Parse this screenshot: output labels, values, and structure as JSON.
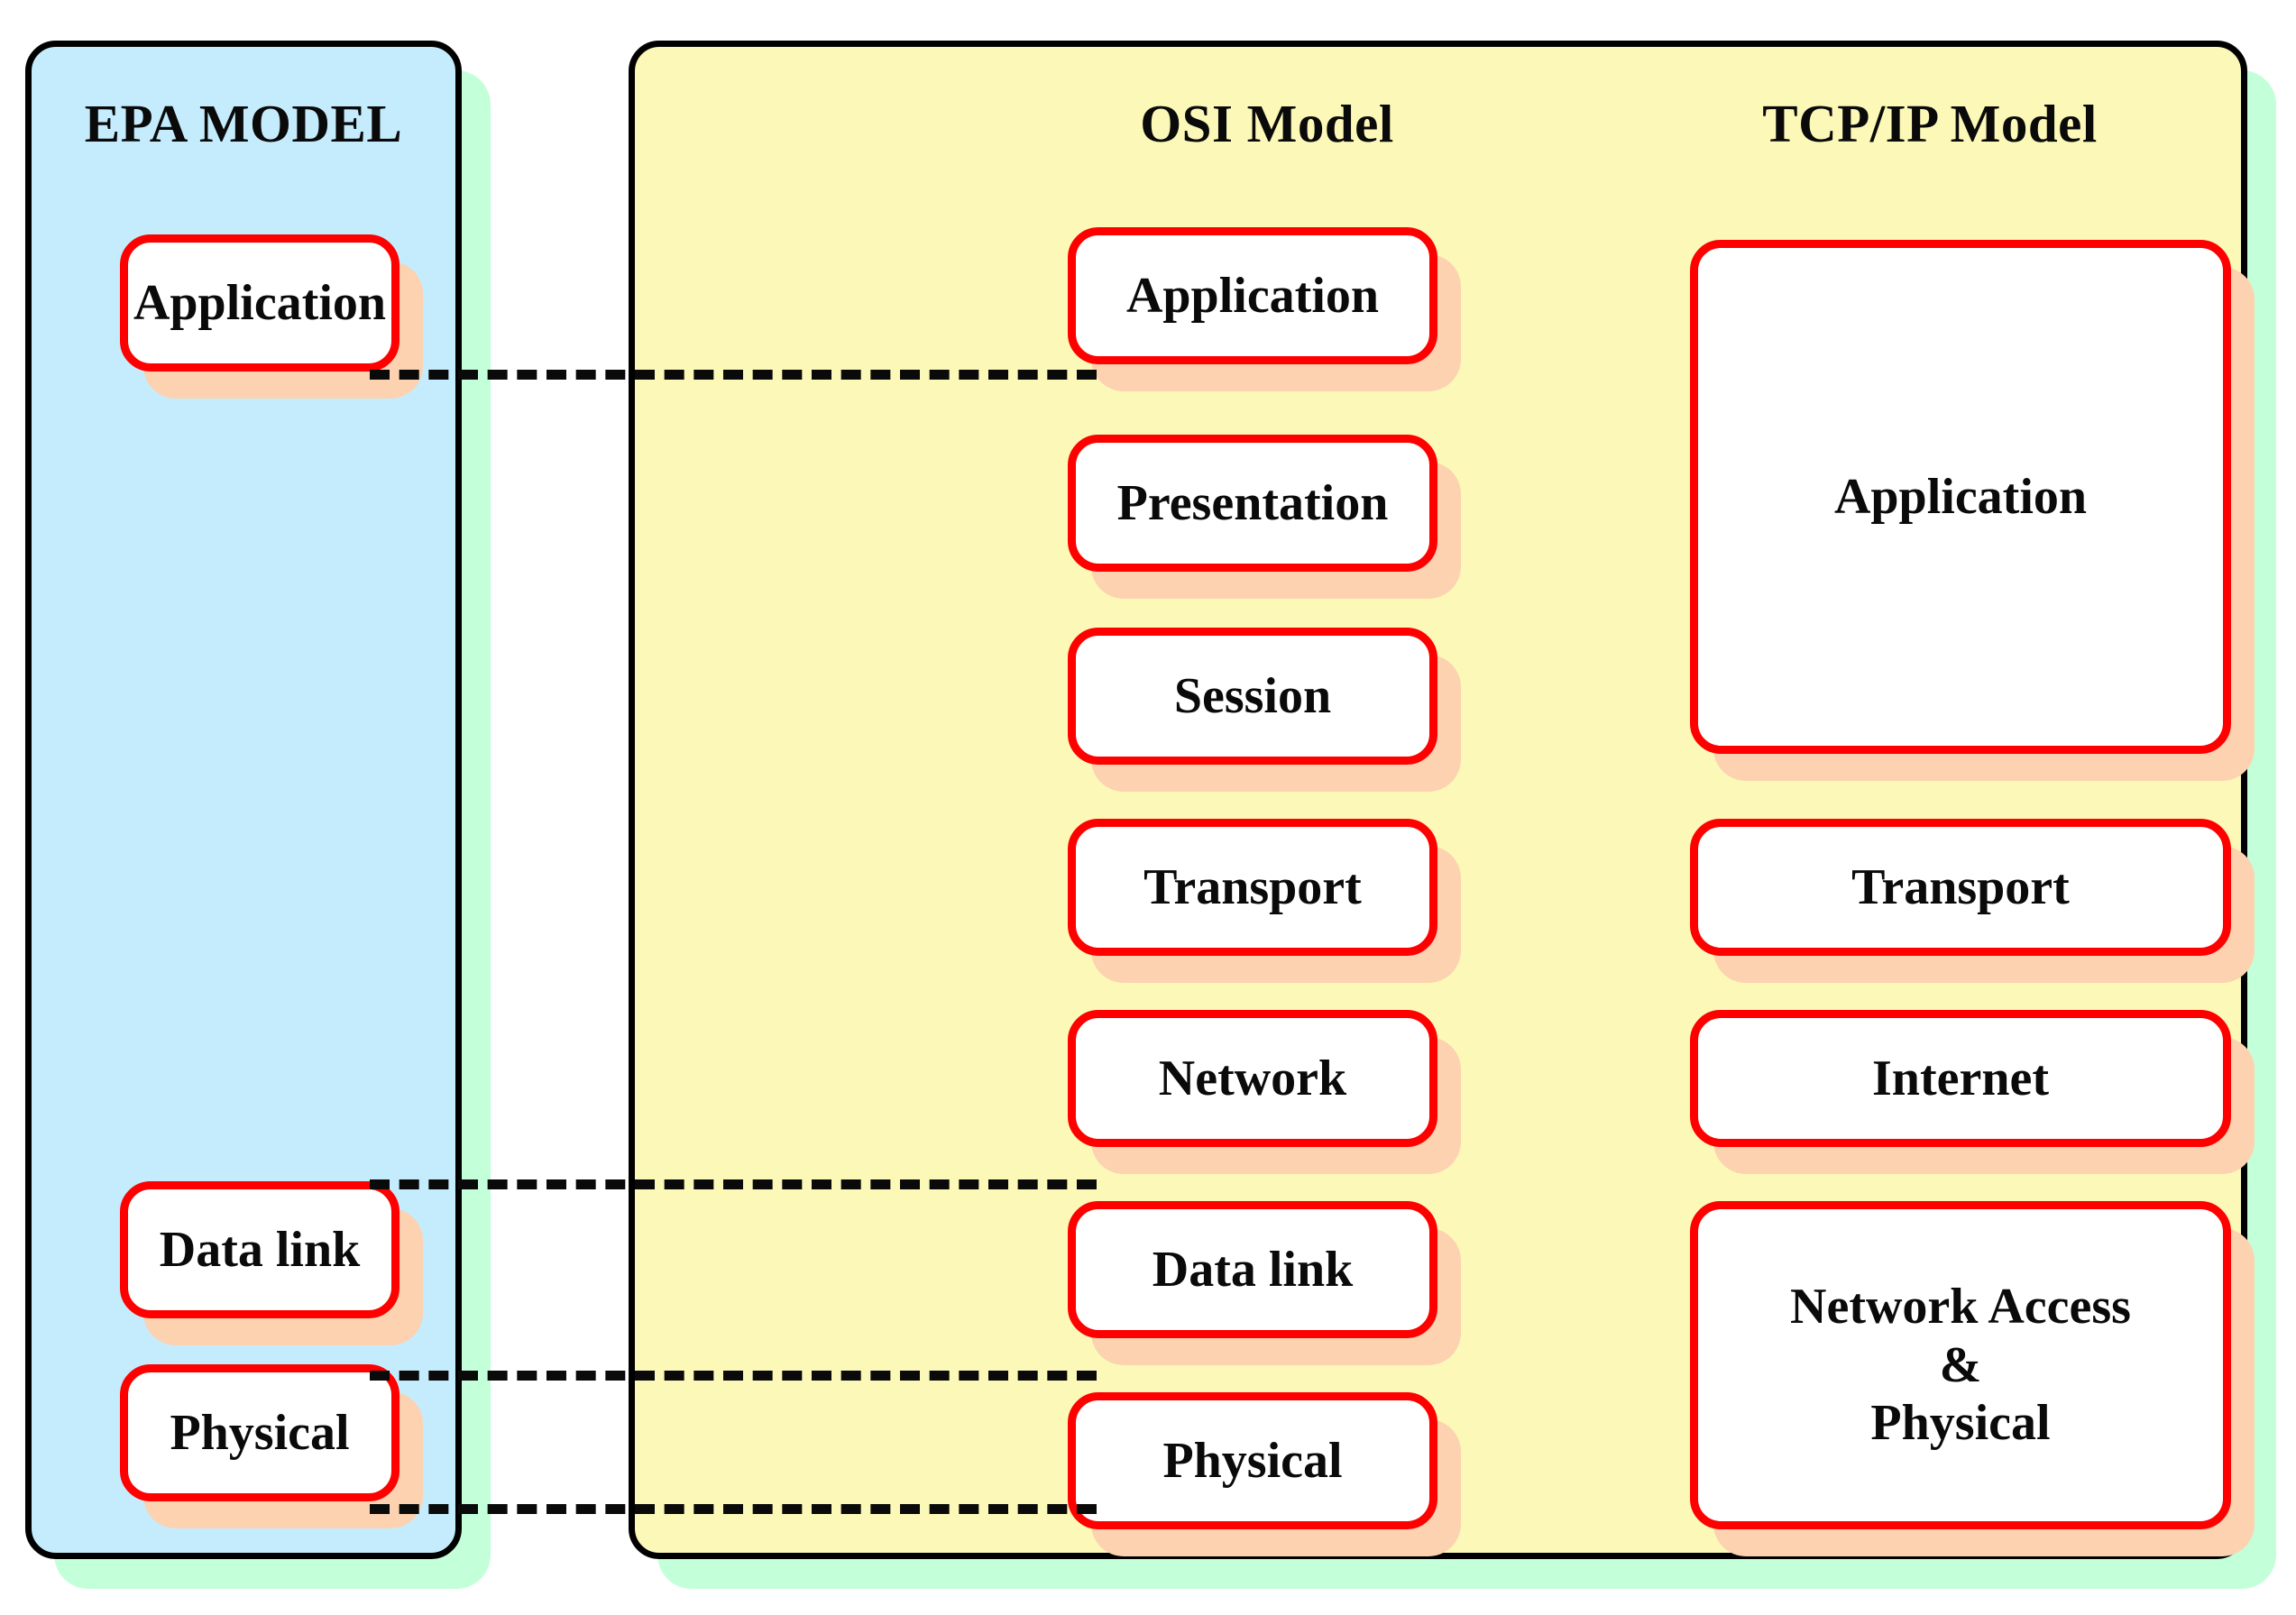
{
  "diagram": {
    "title_left": "EPA MODEL",
    "title_osi": "OSI Model",
    "title_tcpip": "TCP/IP Model",
    "colors": {
      "epa_panel_bg": "#c5ecfd",
      "right_panel_bg": "#fcf9b8",
      "panel_shadow": "#c3ffd9",
      "box_border": "#fe0000",
      "box_bg": "#ffffff",
      "box_shadow": "#fcd2b0",
      "outline": "#000000",
      "text": "#0a0a0a"
    },
    "epa_layers": [
      {
        "label": "Application"
      },
      {
        "label": "Data link"
      },
      {
        "label": "Physical"
      }
    ],
    "osi_layers": [
      {
        "label": "Application"
      },
      {
        "label": "Presentation"
      },
      {
        "label": "Session"
      },
      {
        "label": "Transport"
      },
      {
        "label": "Network"
      },
      {
        "label": "Data link"
      },
      {
        "label": "Physical"
      }
    ],
    "tcpip_layers": [
      {
        "label": "Application"
      },
      {
        "label": "Transport"
      },
      {
        "label": "Internet"
      },
      {
        "label": "Network Access\n&\nPhysical"
      }
    ],
    "connectors": [
      {
        "name": "application-link"
      },
      {
        "name": "data-link-top-link"
      },
      {
        "name": "physical-top-link"
      },
      {
        "name": "physical-bottom-link"
      }
    ]
  }
}
